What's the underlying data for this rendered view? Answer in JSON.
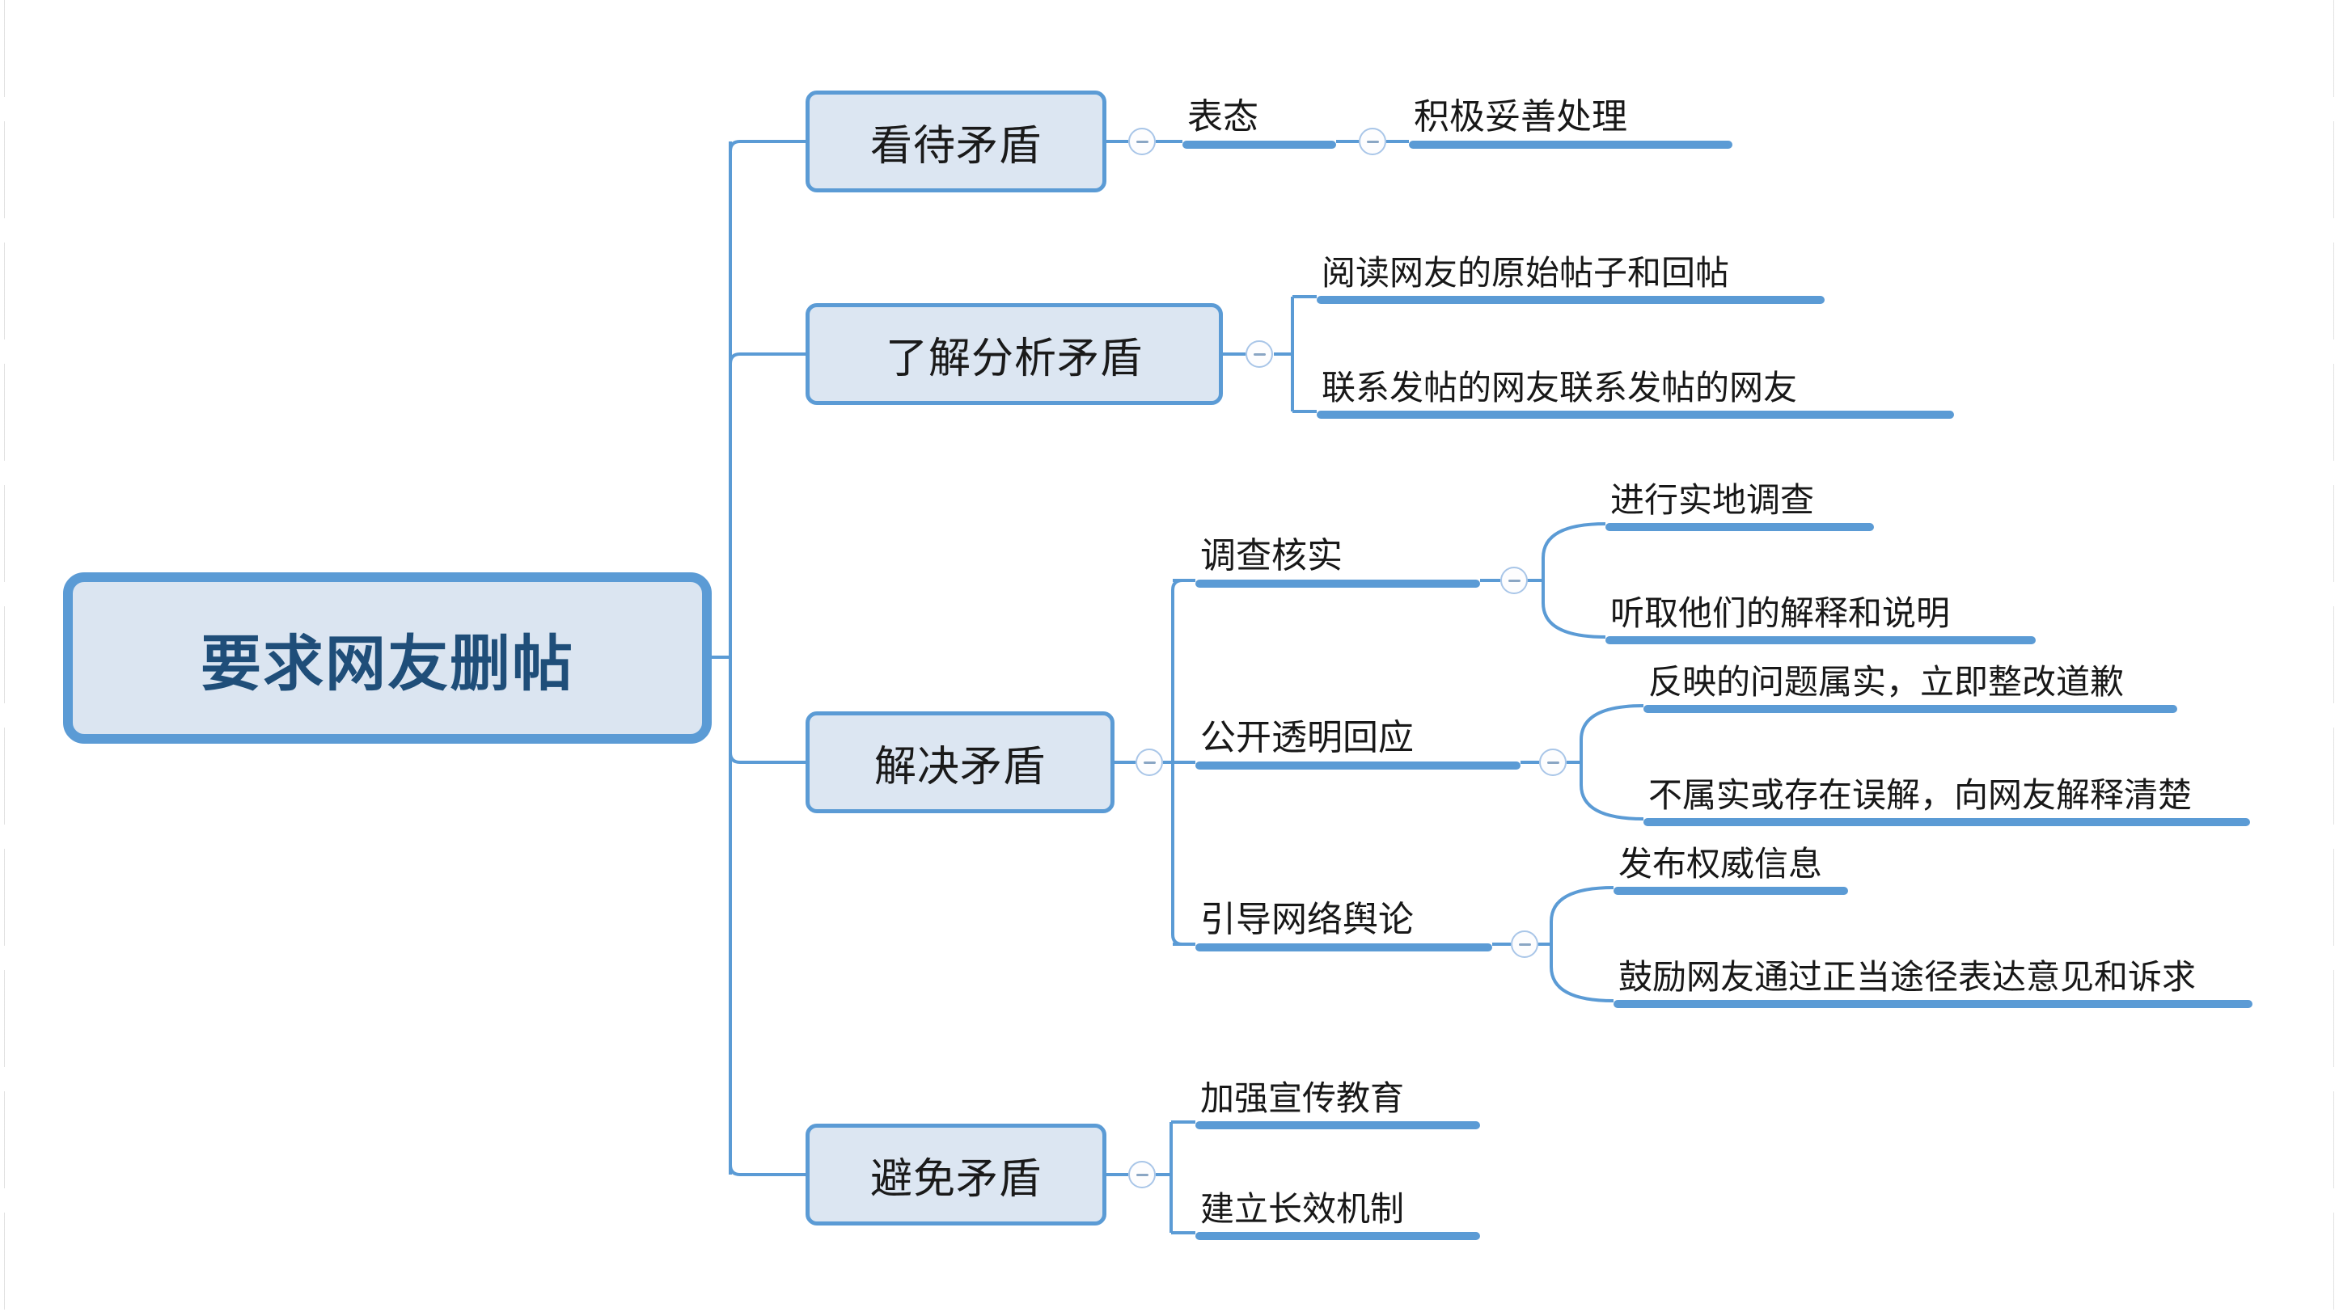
{
  "document": {
    "type": "mind-map",
    "title": "要求网友删帖",
    "language": "zh-CN"
  },
  "theme": {
    "node_fill": "#dce6f2",
    "node_border": "#5b9bd5",
    "link_color": "#5b9bd5",
    "root_text_color": "#1f4e79",
    "text_color": "#181818",
    "background": "#ffffff",
    "toggle_fill": "#fdfdfe",
    "toggle_border": "#a9c6e8"
  },
  "icons": {
    "collapse_toggle": "minus-circle-icon"
  },
  "root": {
    "label": "要求网友删帖"
  },
  "branches": [
    {
      "label": "看待矛盾",
      "children": [
        {
          "label": "表态",
          "children": [
            {
              "label": "积极妥善处理"
            }
          ]
        }
      ]
    },
    {
      "label": "了解分析矛盾",
      "children": [
        {
          "label": "阅读网友的原始帖子和回帖"
        },
        {
          "label": "联系发帖的网友联系发帖的网友"
        }
      ]
    },
    {
      "label": "解决矛盾",
      "children": [
        {
          "label": "调查核实",
          "children": [
            {
              "label": "进行实地调查"
            },
            {
              "label": "听取他们的解释和说明"
            }
          ]
        },
        {
          "label": "公开透明回应",
          "children": [
            {
              "label": "反映的问题属实，立即整改道歉"
            },
            {
              "label": "不属实或存在误解，向网友解释清楚"
            }
          ]
        },
        {
          "label": "引导网络舆论",
          "children": [
            {
              "label": "发布权威信息"
            },
            {
              "label": "鼓励网友通过正当途径表达意见和诉求"
            }
          ]
        }
      ]
    },
    {
      "label": "避免矛盾",
      "children": [
        {
          "label": "加强宣传教育"
        },
        {
          "label": "建立长效机制"
        }
      ]
    }
  ]
}
